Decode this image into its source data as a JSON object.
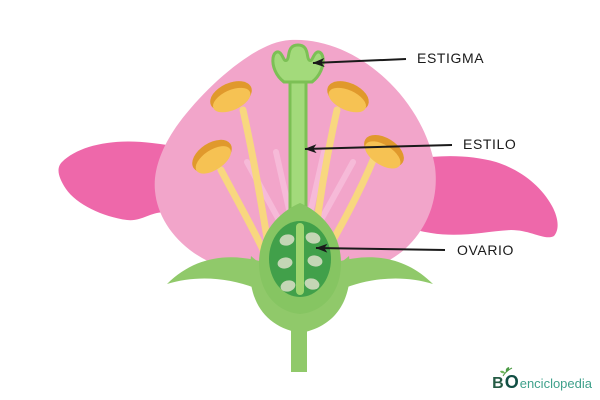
{
  "diagram": {
    "subject": "flower-pistil-anatomy",
    "labels": {
      "estigma": "ESTIGMA",
      "estilo": "ESTILO",
      "ovario": "OVARIO"
    }
  },
  "watermark": {
    "b": "B",
    "o": "O",
    "rest": "enciclopedia"
  },
  "palette": {
    "background": "#FFFFFF",
    "petal_light": "#F2A5CA",
    "petal_dark": "#EE68AA",
    "petal_vein": "#F6BAD8",
    "green_main": "#90C96A",
    "green_light": "#A3DA7B",
    "green_outline": "#7CC055",
    "ovary_outer": "#86C562",
    "ovary_inner_dark": "#41A04A",
    "ovary_septum": "#9ED56F",
    "ovule": "#C4D6B5",
    "filament": "#F8D77F",
    "anther_dark": "#E0992C",
    "anther_light": "#F6C253",
    "arrow": "#1A1A1A",
    "logo_dark": "#114F44",
    "logo_light": "#3FA18B"
  }
}
